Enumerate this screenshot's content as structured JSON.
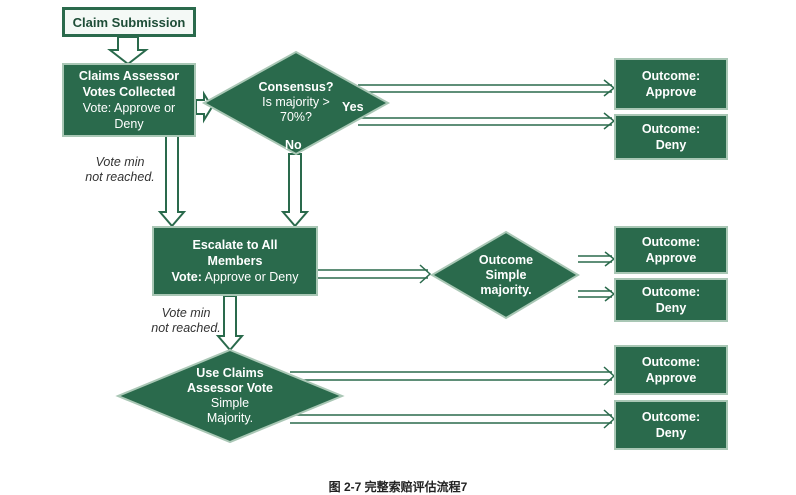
{
  "start": {
    "label": "Claim Submission"
  },
  "assessor_votes": {
    "title_line1": "Claims Assessor",
    "title_line2": "Votes Collected",
    "body": "Vote: Approve or Deny"
  },
  "consensus": {
    "line1": "Consensus?",
    "line2": "Is majority >",
    "line3": "70%?",
    "yes": "Yes",
    "no": "No"
  },
  "note1": {
    "line1": "Vote min",
    "line2": "not reached."
  },
  "escalate": {
    "title_line1": "Escalate to All",
    "title_line2": "Members",
    "body_bold": "Vote:",
    "body": "Approve or Deny"
  },
  "simple_majority": {
    "line1": "Outcome",
    "line2": "Simple",
    "line3": "majority."
  },
  "note2": {
    "line1": "Vote min",
    "line2": "not reached."
  },
  "assessor_vote": {
    "line1": "Use Claims",
    "line2": "Assessor Vote",
    "line3": "Simple",
    "line4": "Majority."
  },
  "outcomes": [
    {
      "title": "Outcome:",
      "value": "Approve"
    },
    {
      "title": "Outcome:",
      "value": "Deny"
    },
    {
      "title": "Outcome:",
      "value": "Approve"
    },
    {
      "title": "Outcome:",
      "value": "Deny"
    },
    {
      "title": "Outcome:",
      "value": "Approve"
    },
    {
      "title": "Outcome:",
      "value": "Deny"
    }
  ],
  "caption": "图 2-7  完整索赔评估流程7",
  "colors": {
    "node": "#2a6a4c",
    "border": "#a9c7b5",
    "arrow": "#d9e7de"
  }
}
